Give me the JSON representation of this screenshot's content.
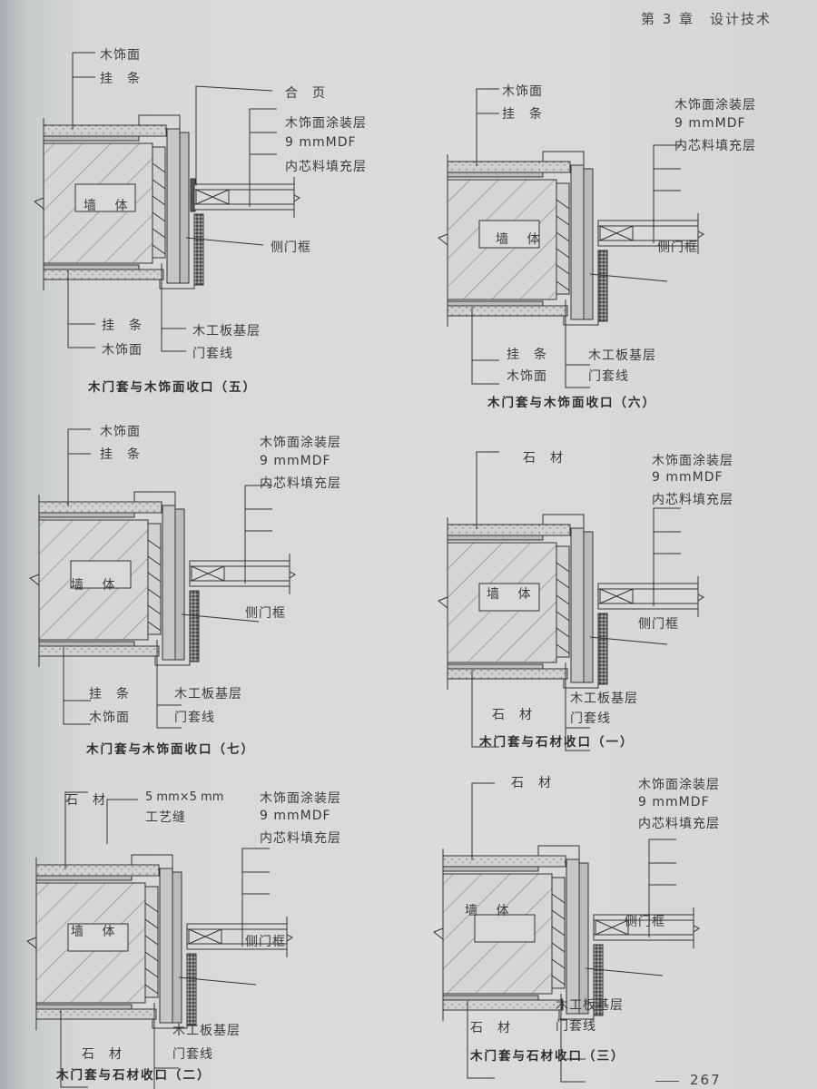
{
  "header": {
    "chapter": "第 3 章",
    "section": "设计技术"
  },
  "page_number": "267",
  "panels": [
    {
      "caption": "木门套与木饰面收口（五）",
      "wall": "墙 体",
      "top_left": [
        "木饰面",
        "挂　条"
      ],
      "hinge": "合　页",
      "top_right": [
        "木饰面涂装层",
        "9 mmMDF",
        "内芯料填充层"
      ],
      "side": "侧门框",
      "bottom_left": [
        "挂　条",
        "木饰面"
      ],
      "bottom_right": [
        "木工板基层",
        "门套线"
      ]
    },
    {
      "caption": "木门套与木饰面收口（六）",
      "wall": "墙 体",
      "top_left": [
        "木饰面",
        "挂　条"
      ],
      "top_right": [
        "木饰面涂装层",
        "9 mmMDF",
        "内芯料填充层"
      ],
      "side": "侧门框",
      "bottom_left": [
        "挂　条",
        "木饰面"
      ],
      "bottom_right": [
        "木工板基层",
        "门套线"
      ]
    },
    {
      "caption": "木门套与木饰面收口（七）",
      "wall": "墙 体",
      "top_left": [
        "木饰面",
        "挂　条"
      ],
      "top_right": [
        "木饰面涂装层",
        "9 mmMDF",
        "内芯料填充层"
      ],
      "side": "侧门框",
      "bottom_left": [
        "挂　条",
        "木饰面"
      ],
      "bottom_right": [
        "木工板基层",
        "门套线"
      ]
    },
    {
      "caption": "木门套与石材收口（一）",
      "wall": "墙 体",
      "top_left": [
        "石　材"
      ],
      "top_right": [
        "木饰面涂装层",
        "9 mmMDF",
        "内芯料填充层"
      ],
      "side": "侧门框",
      "bottom_left": [
        "石　材"
      ],
      "bottom_right": [
        "木工板基层",
        "门套线"
      ]
    },
    {
      "caption": "木门套与石材收口（二）",
      "wall": "墙 体",
      "top_left": [
        "石　材"
      ],
      "joint": [
        "5 mm×5 mm",
        "工艺缝"
      ],
      "top_right": [
        "木饰面涂装层",
        "9 mmMDF",
        "内芯料填充层"
      ],
      "side": "侧门框",
      "bottom_left": [
        "石　材"
      ],
      "bottom_right": [
        "木工板基层",
        "门套线"
      ]
    },
    {
      "caption": "木门套与石材收口（三）",
      "wall": "墙 体",
      "top_left": [
        "石　材"
      ],
      "top_right": [
        "木饰面涂装层",
        "9 mmMDF",
        "内芯料填充层"
      ],
      "side": "侧门框",
      "bottom_left": [
        "石　材"
      ],
      "bottom_right": [
        "木工板基层",
        "门套线"
      ]
    }
  ]
}
